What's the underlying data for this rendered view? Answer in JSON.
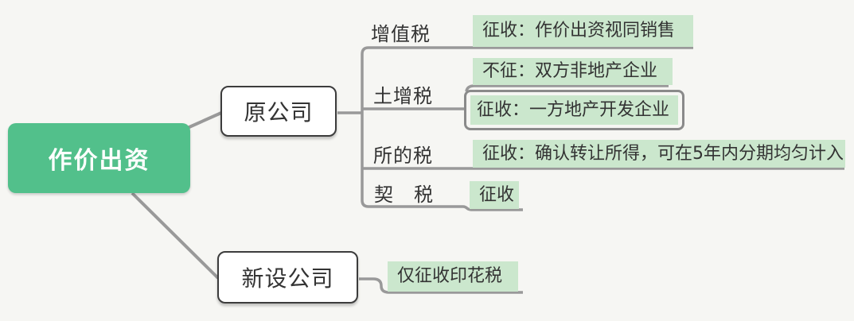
{
  "diagram": {
    "type": "mindmap",
    "root": {
      "label": "作价出资"
    },
    "branches": [
      {
        "label": "原公司",
        "children": [
          {
            "label": "增值税",
            "children": [
              {
                "label": "征收：作价出资视同销售"
              }
            ]
          },
          {
            "label": "土增税",
            "children": [
              {
                "label": "不征：双方非地产企业"
              },
              {
                "label": "征收：一方地产开发企业",
                "bordered": true
              }
            ]
          },
          {
            "label": "所的税",
            "children": [
              {
                "label": "征收：确认转让所得，可在5年内分期均匀计入"
              }
            ]
          },
          {
            "label": "契　税",
            "children": [
              {
                "label": "征收"
              }
            ]
          }
        ]
      },
      {
        "label": "新设公司",
        "children": [
          {
            "label": "仅征收印花税"
          }
        ]
      }
    ],
    "colors": {
      "root_fill": "#52c08b",
      "leaf_fill": "#cbe7cd",
      "line_gray": "#999999",
      "leaf_border_gray": "#8a8a8a",
      "company_border": "#3c3c3c",
      "text_dark": "#333333",
      "root_text": "#ffffff",
      "background": "#f6f6f3"
    }
  }
}
